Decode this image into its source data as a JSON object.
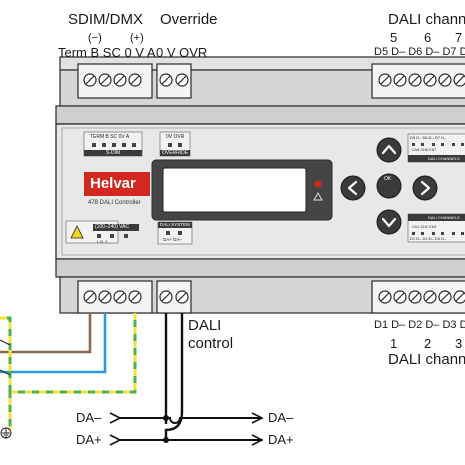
{
  "top_labels": {
    "sdim_dmx": "SDIM/DMX",
    "override": "Override",
    "minus": "(−)",
    "plus": "(+)",
    "sdim_terminals": "Term B SC 0 V A",
    "override_terminals": "0 V OVR",
    "dali_channels_top": "DALI chann",
    "channel_numbers_top": [
      "5",
      "6",
      "7"
    ],
    "top_terminal_row": "D5 D– D6 D– D7 D"
  },
  "bottom_labels": {
    "dali_control": [
      "DALI",
      "control"
    ],
    "bottom_terminal_row": "D1 D– D2 D– D3 D",
    "channel_numbers_bottom": [
      "1",
      "2",
      "3"
    ],
    "dali_channels_bottom": "DALI chann",
    "bus_minus": "DA–",
    "bus_plus": "DA+"
  },
  "device": {
    "brand": "Helvar",
    "model": "478 DALI Controller",
    "sdim_panel": {
      "terms": "TERM  B  SC  0V  A",
      "title": "S-DIM"
    },
    "override_panel": {
      "terms": "0V  OVR",
      "title": "OVERRIDE"
    },
    "power_panel": {
      "rating": "(100–240) VAC",
      "terms": "L    N    ⏚"
    },
    "dali_system_panel": {
      "title": "DALI SYSTEM",
      "terms": "DA+ DA–"
    },
    "channels_top_panel": {
      "terms": "D5 D–  D6 D–  D7 D–",
      "names": "Ch5   Ch6   Ch7",
      "title": "DALI CHANNELS"
    },
    "channels_bottom_panel": {
      "title": "DALI CHANNELS",
      "names": "Ch1   Ch2   Ch3",
      "terms": "D1 D–  D2 D–  D3 D–"
    },
    "ok_label": "OK"
  },
  "colors": {
    "housing": "#dcdcdc",
    "face": "#e6e6e6",
    "outline": "#2a2a2a",
    "brand_red": "#d3281f",
    "lcd": "#ffffff",
    "display_frame": "#4a4a4a",
    "wire_brown": "#8b6a4e",
    "wire_blue": "#2f9ad8",
    "wire_earth_yellow": "#f2e23c",
    "wire_earth_green": "#4caf50",
    "bus_wire": "#111111"
  }
}
